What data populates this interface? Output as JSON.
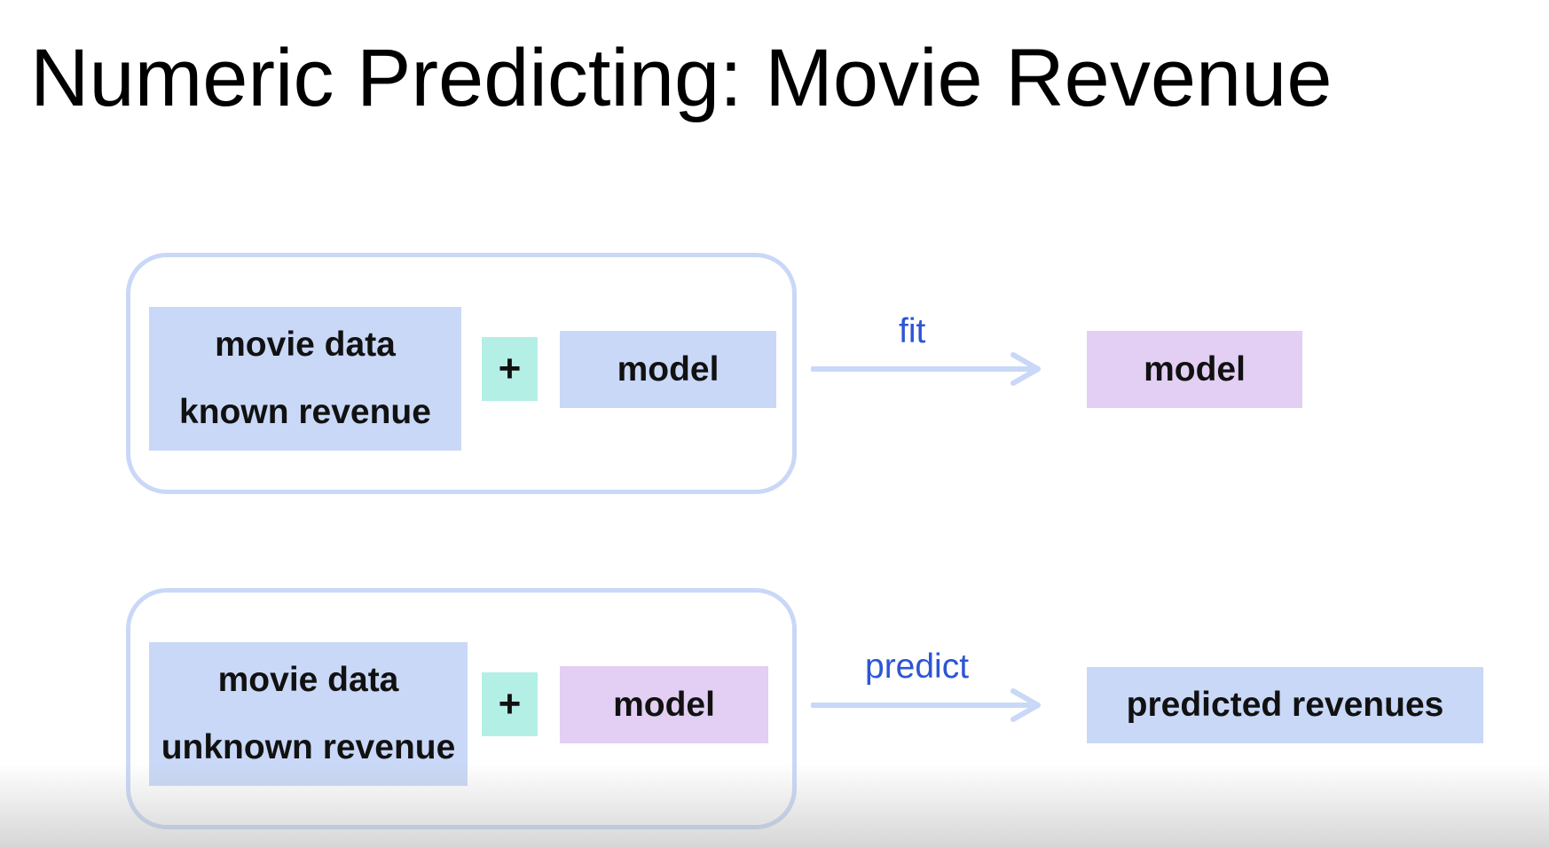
{
  "title": "Numeric Predicting: Movie Revenue",
  "fit_row": {
    "input_line1": "movie data",
    "input_line2": "known revenue",
    "plus": "+",
    "model_in": "model",
    "arrow_label": "fit",
    "output": "model"
  },
  "predict_row": {
    "input_line1": "movie data",
    "input_line2": "unknown revenue",
    "plus": "+",
    "model_in": "model",
    "arrow_label": "predict",
    "output": "predicted revenues"
  },
  "colors": {
    "data_box": "#c9d8f7",
    "trained_model_box": "#e2cff3",
    "plus_box": "#b3efe4",
    "arrow": "#c9d8f7",
    "arrow_label": "#2d55d4"
  },
  "icons": {
    "fit_arrow": "right-arrow-icon",
    "predict_arrow": "right-arrow-icon"
  }
}
